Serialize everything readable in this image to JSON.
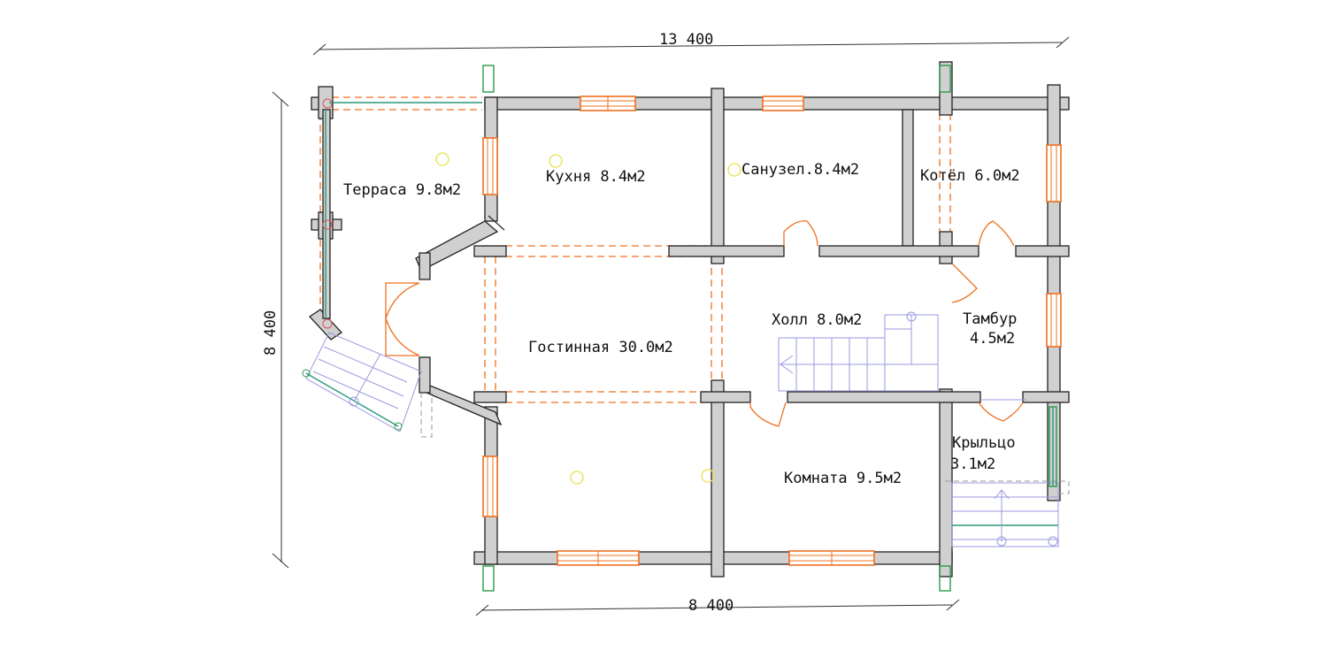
{
  "dimensions": {
    "top": "13 400",
    "bottom": "8 400",
    "left": "8 400"
  },
  "rooms": {
    "terrace": "Терраса 9.8м2",
    "kitchen": "Кухня 8.4м2",
    "bathroom": "Санузел.8.4м2",
    "boiler": "Котёл 6.0м2",
    "living": "Гостинная 30.0м2",
    "hall": "Холл 8.0м2",
    "vestibule_line1": "Тамбур",
    "vestibule_line2": "4.5м2",
    "porch_line1": "Крыльцо",
    "porch_line2": "3.1м2",
    "room": "Комната 9.5м2"
  },
  "colors": {
    "wall_fill": "#d0d0d0",
    "window": "#f07020",
    "stairs": "#9a9ae0",
    "lamp": "#e8e050",
    "railing": "#2a9a7a"
  }
}
